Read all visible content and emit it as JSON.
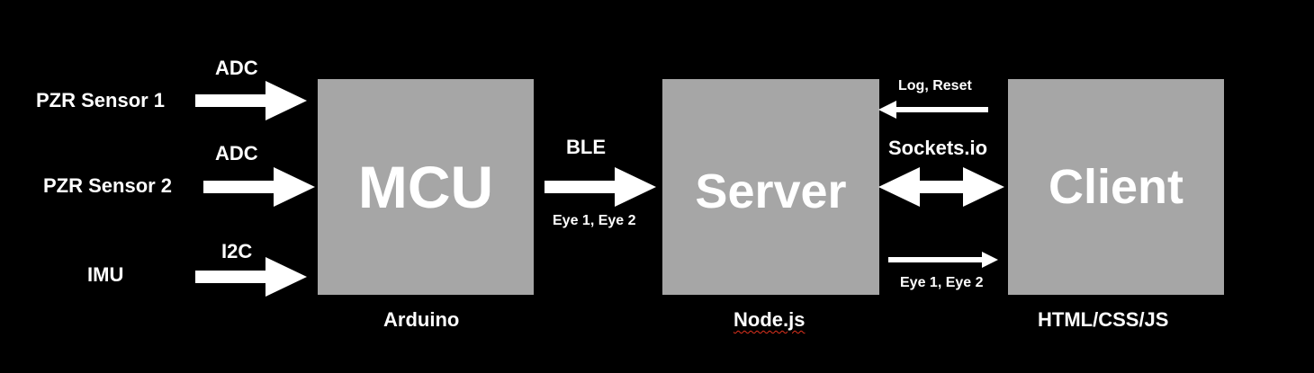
{
  "colors": {
    "background": "#000000",
    "block_fill": "#a6a6a6",
    "text": "#ffffff",
    "arrow": "#ffffff",
    "spellcheck_underline": "#e0321e"
  },
  "inputs": [
    {
      "name": "PZR Sensor 1",
      "protocol": "ADC"
    },
    {
      "name": "PZR Sensor 2",
      "protocol": "ADC"
    },
    {
      "name": "IMU",
      "protocol": "I2C"
    }
  ],
  "blocks": {
    "mcu": {
      "title": "MCU",
      "platform": "Arduino"
    },
    "server": {
      "title": "Server",
      "platform": "Node.js"
    },
    "client": {
      "title": "Client",
      "platform": "HTML/CSS/JS"
    }
  },
  "links": {
    "mcu_to_server": {
      "protocol": "BLE",
      "payload": "Eye 1, Eye 2"
    },
    "client_to_server": {
      "label": "Log, Reset"
    },
    "server_client_bidirectional": {
      "label": "Sockets.io"
    },
    "server_to_client": {
      "label": "Eye 1, Eye 2"
    }
  }
}
